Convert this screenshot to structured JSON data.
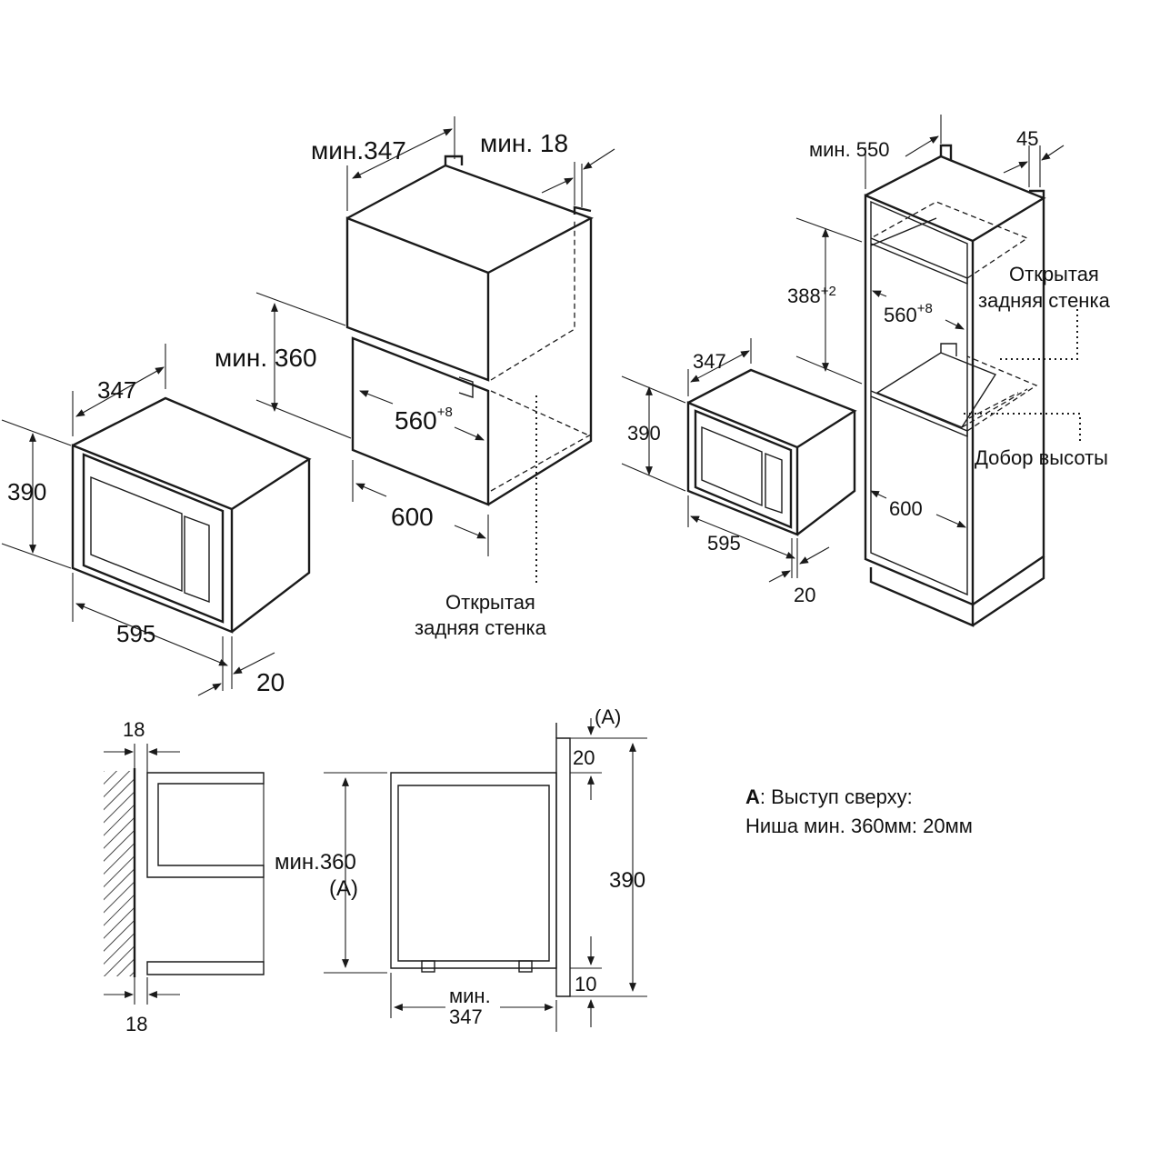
{
  "view1_front_unit": {
    "depth": "347",
    "height": "390",
    "width": "595",
    "front_overhang": "20"
  },
  "view2_wall_cabinet": {
    "min_depth": "мин.347",
    "min_wall_thickness": "мин. 18",
    "min_niche_height": "мин. 360",
    "niche_width_base": "560",
    "niche_width_tolerance": "+8",
    "cabinet_width": "600",
    "open_back_label_line1": "Открытая",
    "open_back_label_line2": "задняя стенка"
  },
  "view3_unit": {
    "depth": "347",
    "height": "390",
    "width": "595",
    "front_overhang": "20"
  },
  "view4_tall_cabinet": {
    "min_depth": "мин. 550",
    "back_gap": "45",
    "niche_height_base": "388",
    "niche_height_tolerance": "+2",
    "niche_width_base": "560",
    "niche_width_tolerance": "+8",
    "cabinet_width": "600",
    "open_back_label_line1": "Открытая",
    "open_back_label_line2": "задняя стенка",
    "height_filler_label": "Добор высоты"
  },
  "view5_side_section": {
    "top_panel": "18",
    "bottom_panel": "18"
  },
  "view6_side_profile": {
    "min_niche_label": "мин.360",
    "a_marker": "(A)",
    "a_letter": "A",
    "top_a_marker": "(A)",
    "top_gap": "20",
    "total_height": "390",
    "bottom_gap": "10",
    "min_depth_line1": "мин.",
    "min_depth_line2": "347"
  },
  "legend": {
    "letter": "A",
    "line1_rest": ": Выступ сверху:",
    "line2": "Ниша мин. 360мм: 20мм"
  }
}
